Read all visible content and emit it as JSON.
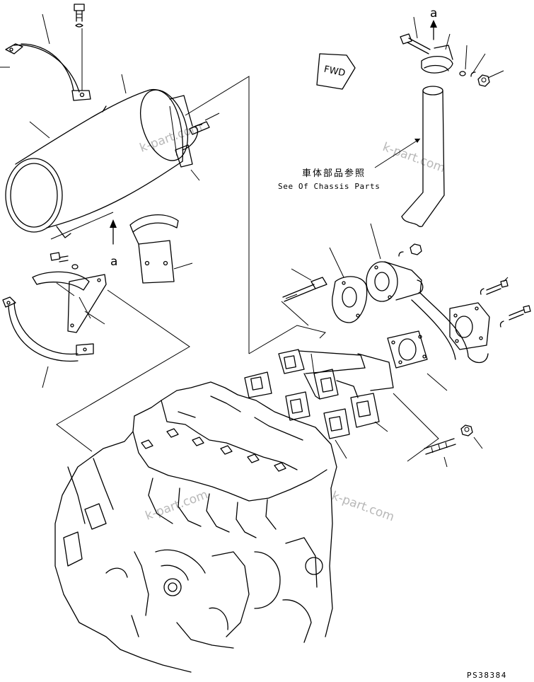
{
  "labels": {
    "view_a_top": "a",
    "view_a_left": "a",
    "fwd": "FWD",
    "chassis_jp": "車体部品参照",
    "chassis_en": "See Of Chassis Parts",
    "figure_code": "PS38384"
  },
  "watermarks": [
    "k-part.com",
    "k-part.com",
    "k-part.com",
    "k-part.com"
  ]
}
